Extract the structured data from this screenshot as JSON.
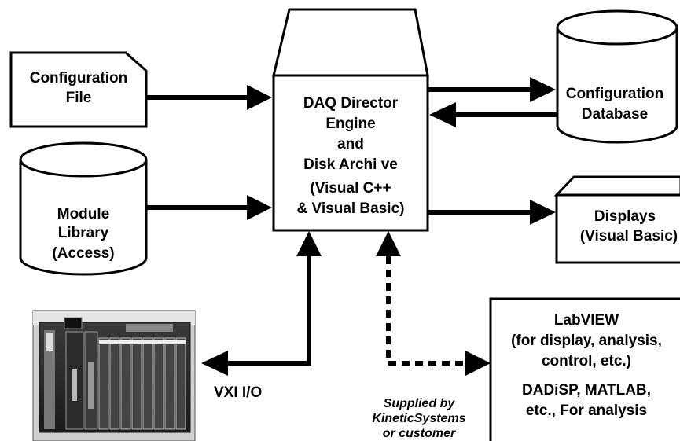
{
  "config_file": {
    "line1": "Configuration",
    "line2": "File"
  },
  "module_library": {
    "line1": "Module",
    "line2": "Library",
    "line3": "(Access)"
  },
  "engine": {
    "line1": "DAQ Director",
    "line2": "Engine",
    "line3": "and",
    "line4": "Disk Archi ve",
    "line5": "(Visual C++",
    "line6": "& Visual Basic)"
  },
  "config_database": {
    "line1": "Configuration",
    "line2": "Database"
  },
  "displays": {
    "line1": "Displays",
    "line2": "(Visual Basic)"
  },
  "labview_box": {
    "line1": "LabVIEW",
    "line2": "(for display, analysis,",
    "line3": "control, etc.)",
    "line4": "DADiSP, MATLAB,",
    "line5": "etc., For analysis"
  },
  "vxi_label": "VXI I/O",
  "supplied_note": {
    "line1": "Supplied by",
    "line2": "KineticSystems",
    "line3": "or customer"
  }
}
